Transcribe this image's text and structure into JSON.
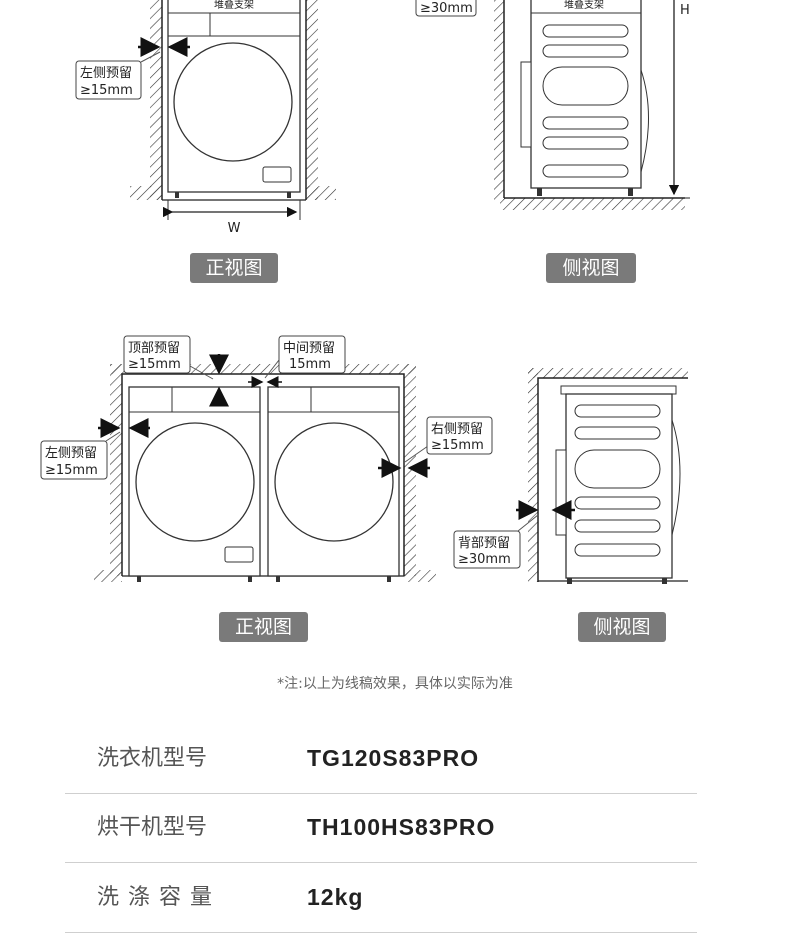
{
  "diagrams": {
    "top_front": {
      "stack_label": "堆叠支架",
      "left_gap": "左侧预留",
      "left_gap_value": "≥15mm",
      "width_label": "W",
      "view_tag": "正视图"
    },
    "top_side": {
      "back_gap_value": "≥30mm",
      "stack_label": "堆叠支架",
      "height_label": "H",
      "view_tag": "侧视图"
    },
    "bottom_front": {
      "top_gap": "顶部预留",
      "top_gap_value": "≥15mm",
      "middle_gap": "中间预留",
      "middle_gap_value": "15mm",
      "left_gap": "左侧预留",
      "left_gap_value": "≥15mm",
      "right_gap": "右侧预留",
      "right_gap_value": "≥15mm",
      "view_tag": "正视图"
    },
    "bottom_side": {
      "back_gap": "背部预留",
      "back_gap_value": "≥30mm",
      "view_tag": "侧视图"
    }
  },
  "note": "*注:以上为线稿效果，具体以实际为准",
  "specs": [
    {
      "label": "洗衣机型号",
      "value": "TG120S83PRO"
    },
    {
      "label": "烘干机型号",
      "value": "TH100HS83PRO"
    },
    {
      "label": "洗涤容量",
      "value": "12kg"
    }
  ]
}
